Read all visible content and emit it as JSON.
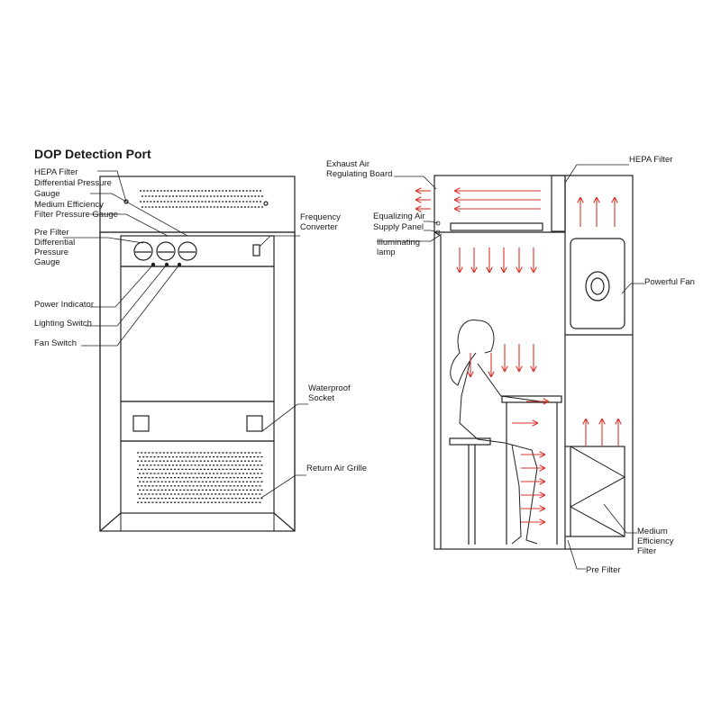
{
  "title": "DOP Detection Port",
  "left_labels": {
    "hepa_gauge": [
      "HEPA Filter",
      "Differential Pressure",
      "Gauge"
    ],
    "medium_gauge": [
      "Medium Efficiency",
      "Filter Pressure Gauge"
    ],
    "pre_gauge": [
      "Pre Filter",
      "Differential",
      "Pressure",
      "Gauge"
    ],
    "power_indicator": "Power Indicator",
    "lighting_switch": "Lighting Switch",
    "fan_switch": "Fan Switch",
    "frequency_converter": [
      "Frequency",
      "Converter"
    ],
    "waterproof_socket": [
      "Waterproof",
      "Socket"
    ],
    "return_air_grille": "Return Air Grille"
  },
  "right_labels": {
    "exhaust_board": [
      "Exhaust Air",
      "Regulating Board"
    ],
    "equalizing_panel": [
      "Equalizing Air",
      "Supply Panel"
    ],
    "illuminating_lamp": [
      "Illuminating",
      "lamp"
    ],
    "hepa_filter": "HEPA Filter",
    "powerful_fan": "Powerful Fan",
    "medium_filter": [
      "Medium",
      "Efficiency",
      "Filter"
    ],
    "pre_filter": "Pre Filter"
  },
  "colors": {
    "line": "#222222",
    "arrow": "#d8332b"
  }
}
